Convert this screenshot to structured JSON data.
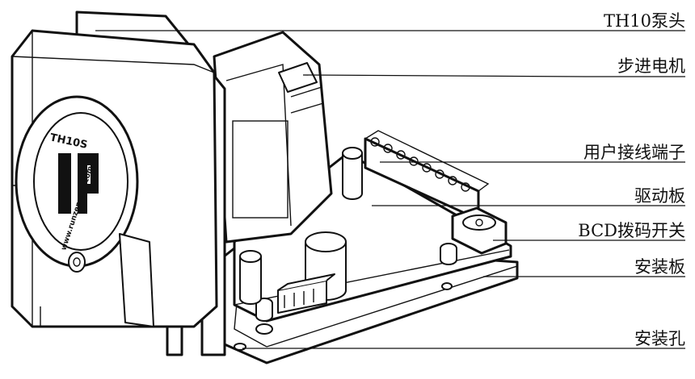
{
  "labels": {
    "pump_head": "TH10泵头",
    "stepper_motor": "步进电机",
    "user_terminal": "用户接线端子",
    "driver_board": "驱动板",
    "bcd_switch": "BCD拨码开关",
    "mount_plate": "安装板",
    "mount_hole": "安装孔"
  },
  "device_markings": {
    "model": "TH10S",
    "url": "www.runzepump.com"
  }
}
